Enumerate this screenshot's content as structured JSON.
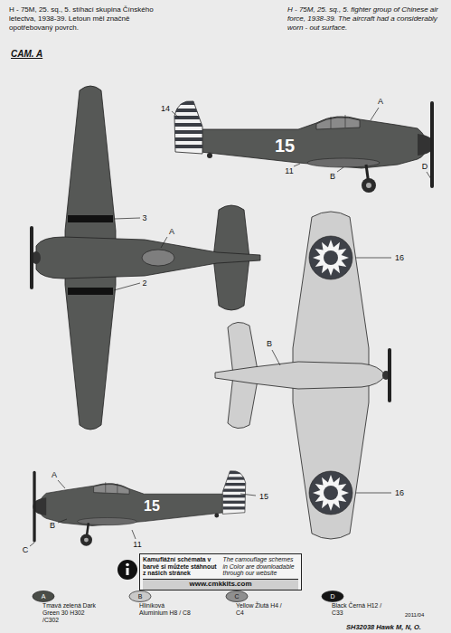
{
  "diagram": {
    "nodes": [
      {
        "text": [
          "Kamuflážní schémata v barvě si můžete stáhnout z našich stránek",
          "The camouflage schemes in Color are downloadable through our website",
          "www.cmkkits.com"
        ]
      }
    ],
    "edges": [],
    "labels": [
      "H - 75M, 25. sq., 5. stíhací skupina Čínského letectva, 1938-39. Letoun měl značně opotřebovaný povrch.",
      "H - 75M, 25. sq., 5. fighter group of Chinese air force, 1938-39. The aircraft had a considerably worn - out surface.",
      "CAM. A",
      "14",
      "A",
      "15",
      "11",
      "B",
      "D",
      "3",
      "A",
      "2",
      "16",
      "B",
      "16",
      "A",
      "15",
      "15",
      "B",
      "11",
      "C",
      "A",
      "B",
      "C",
      "D",
      "2011/04",
      "SH32038 Hawk M, N, O."
    ],
    "legend": [
      {
        "text": "Tmavá zelená Dark Green 30 H302 /C302",
        "color": "#4a4d48"
      },
      {
        "text": "Hliníková Aluminium H8 / C8",
        "color": "#c9c9c9"
      },
      {
        "text": "Yellow Žlutá H4 / C4",
        "color": "#8f8f8f"
      },
      {
        "text": "Black Černá H12 / C33",
        "color": "#151515"
      }
    ]
  }
}
